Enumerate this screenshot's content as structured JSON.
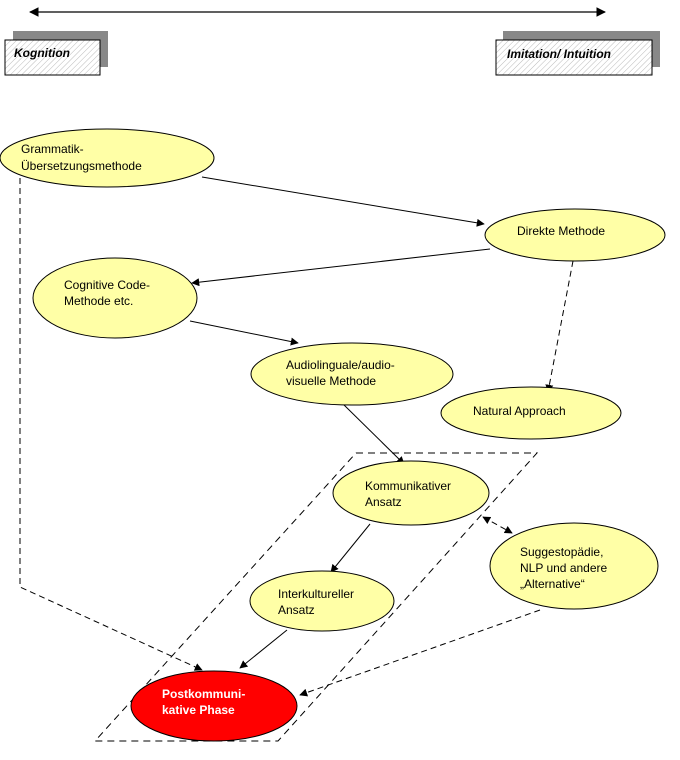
{
  "poles": {
    "left": "Kognition",
    "right": "Imitation/ Intuition"
  },
  "nodes": {
    "grammatik": [
      "Grammatik-",
      "Übersetzungsmethode"
    ],
    "direkte": [
      "Direkte Methode"
    ],
    "cognitive": [
      "Cognitive Code-",
      "Methode etc."
    ],
    "audio": [
      "Audiolinguale/audio-",
      "visuelle Methode"
    ],
    "natural": [
      "Natural Approach"
    ],
    "kommunikativ": [
      "Kommunikativer",
      "Ansatz"
    ],
    "suggesto": [
      "Suggestopädie,",
      "NLP und andere",
      "„Alternative“"
    ],
    "interkulturell": [
      "Interkultureller",
      "Ansatz"
    ],
    "postkommunikativ": [
      "Postkommuni-",
      "kative Phase"
    ]
  },
  "colors": {
    "node_fill": "#ffffa6",
    "final_fill": "#ff0000",
    "pole_box_fill": "#f0f0f0",
    "pole_shadow": "#888888",
    "line": "#000000"
  }
}
